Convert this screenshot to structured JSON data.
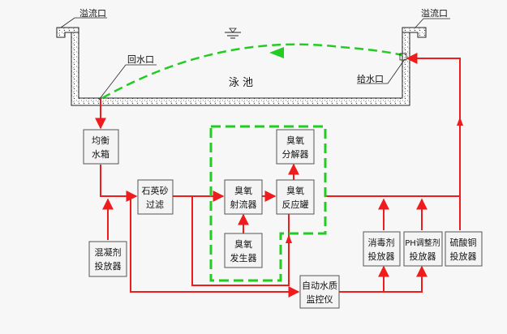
{
  "labels": {
    "overflow_left": "溢流口",
    "overflow_right": "溢流口",
    "return_inlet": "回水口",
    "supply_inlet": "给水口",
    "pool": "泳    池"
  },
  "boxes": {
    "balance_tank": [
      "均衡",
      "水箱"
    ],
    "quartz_filter": [
      "石英砂",
      "过滤"
    ],
    "ozone_ejector": [
      "臭氧",
      "射流器"
    ],
    "ozone_reactor": [
      "臭氧",
      "反应罐"
    ],
    "ozone_decomposer": [
      "臭氧",
      "分解器"
    ],
    "ozone_generator": [
      "臭氧",
      "发生器"
    ],
    "coagulant_dosing": [
      "混凝剂",
      "投放器"
    ],
    "disinfectant_dosing": [
      "消毒剂",
      "投放器"
    ],
    "ph_dosing": [
      "PH调整剂",
      "投放器"
    ],
    "copper_sulfate_dosing": [
      "硫酸铜",
      "投放器"
    ],
    "auto_monitor": [
      "自动水质",
      "监控仪"
    ]
  },
  "colors": {
    "pipe": "#ee1c1c",
    "ozone_zone": "#22cc22",
    "box_border": "#555555"
  }
}
